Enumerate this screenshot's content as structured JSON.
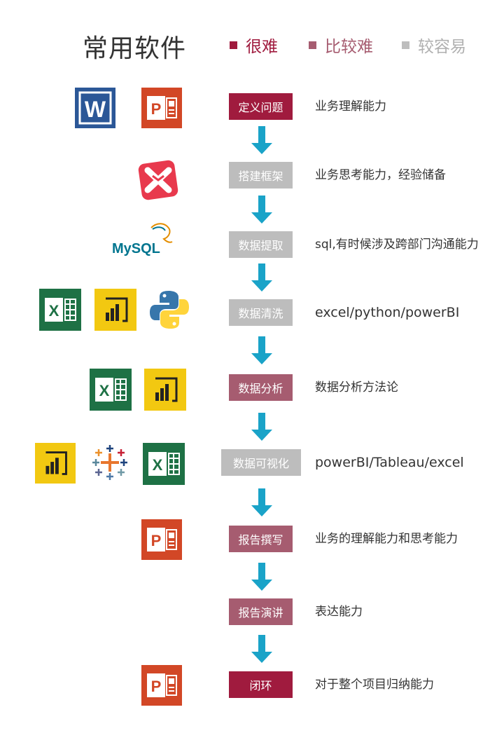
{
  "title": "常用软件",
  "legend": [
    {
      "label": "很难",
      "color": "#a01b3e"
    },
    {
      "label": "比较难",
      "color": "#a65c70"
    },
    {
      "label": "较容易",
      "color": "#bdbdbd"
    }
  ],
  "steps": [
    {
      "label": "定义问题",
      "description": "业务理解能力",
      "difficulty": "很难",
      "color": "#a01b3e",
      "icons": [
        "word-icon",
        "powerpoint-icon"
      ]
    },
    {
      "label": "搭建框架",
      "description": "业务思考能力，经验储备",
      "difficulty": "较容易",
      "color": "#bdbdbd",
      "icons": [
        "xmind-icon"
      ]
    },
    {
      "label": "数据提取",
      "description": "sql,有时候涉及跨部门沟通能力",
      "difficulty": "较容易",
      "color": "#bdbdbd",
      "icons": [
        "mysql-logo"
      ]
    },
    {
      "label": "数据清洗",
      "description": "excel/python/powerBI",
      "difficulty": "较容易",
      "color": "#bdbdbd",
      "icons": [
        "excel-icon",
        "powerbi-icon",
        "python-icon"
      ]
    },
    {
      "label": "数据分析",
      "description": "数据分析方法论",
      "difficulty": "比较难",
      "color": "#a65c70",
      "icons": [
        "excel-icon",
        "powerbi-icon"
      ]
    },
    {
      "label": "数据可视化",
      "description": "powerBI/Tableau/excel",
      "difficulty": "较容易",
      "color": "#bdbdbd",
      "icons": [
        "powerbi-icon",
        "tableau-icon",
        "excel-icon"
      ]
    },
    {
      "label": "报告撰写",
      "description": "业务的理解能力和思考能力",
      "difficulty": "比较难",
      "color": "#a65c70",
      "icons": [
        "powerpoint-icon"
      ]
    },
    {
      "label": "报告演讲",
      "description": "表达能力",
      "difficulty": "比较难",
      "color": "#a65c70",
      "icons": []
    },
    {
      "label": "闭环",
      "description": "对于整个项目归纳能力",
      "difficulty": "很难",
      "color": "#a01b3e",
      "icons": [
        "powerpoint-icon"
      ]
    }
  ],
  "icon_labels": {
    "word": "W",
    "powerpoint": "P",
    "excel": "X",
    "mysql": "MySQL"
  },
  "arrow_color": "#1aa3c8"
}
